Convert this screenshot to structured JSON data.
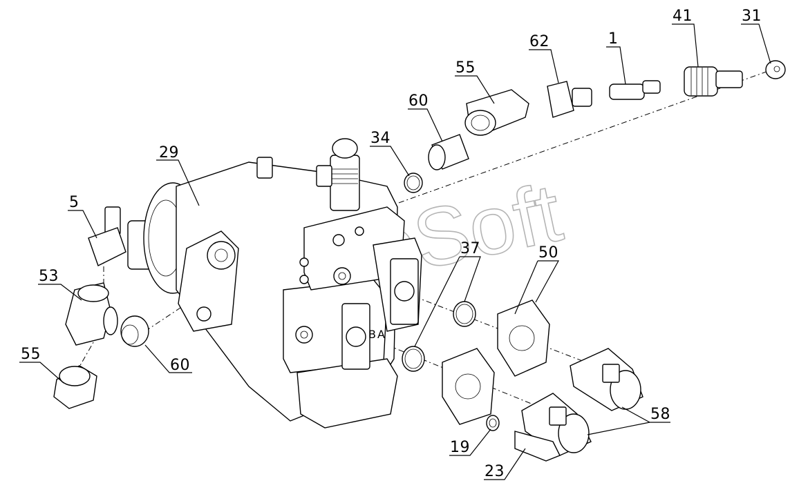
{
  "watermark": "AutoSoft",
  "callouts": [
    {
      "id": "lbl-29",
      "text": "29"
    },
    {
      "id": "lbl-5",
      "text": "5"
    },
    {
      "id": "lbl-53",
      "text": "53"
    },
    {
      "id": "lbl-55a",
      "text": "55"
    },
    {
      "id": "lbl-60a",
      "text": "60"
    },
    {
      "id": "lbl-60b",
      "text": "60"
    },
    {
      "id": "lbl-34",
      "text": "34"
    },
    {
      "id": "lbl-55b",
      "text": "55"
    },
    {
      "id": "lbl-62",
      "text": "62"
    },
    {
      "id": "lbl-1",
      "text": "1"
    },
    {
      "id": "lbl-41",
      "text": "41"
    },
    {
      "id": "lbl-31",
      "text": "31"
    },
    {
      "id": "lbl-37",
      "text": "37"
    },
    {
      "id": "lbl-50",
      "text": "50"
    },
    {
      "id": "lbl-58",
      "text": "58"
    },
    {
      "id": "lbl-19",
      "text": "19"
    },
    {
      "id": "lbl-23",
      "text": "23"
    }
  ],
  "port_marks": {
    "b": "B",
    "a": "A"
  }
}
